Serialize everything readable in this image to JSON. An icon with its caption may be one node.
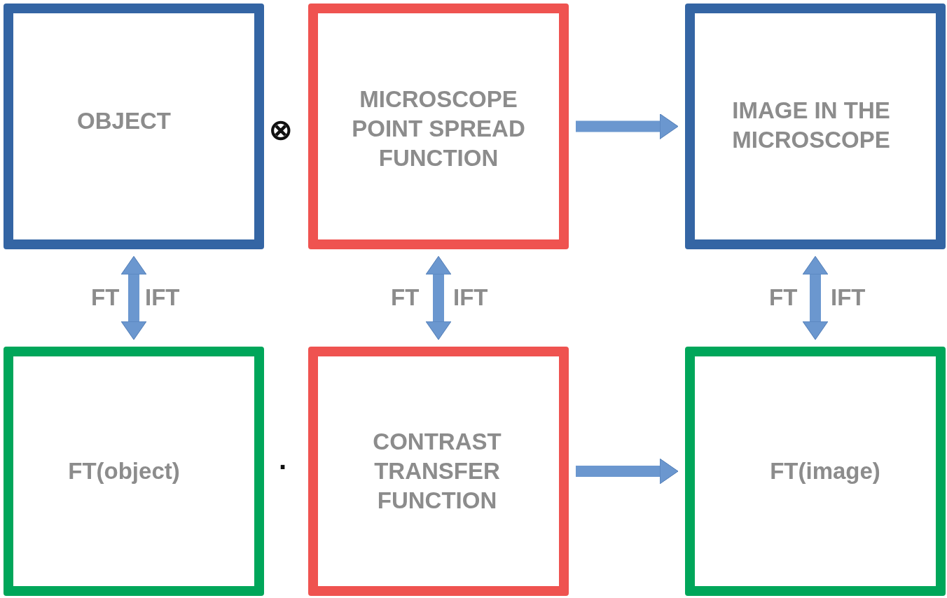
{
  "diagram": {
    "nodes": [
      {
        "text": [
          "OBJECT"
        ]
      },
      {
        "text": [
          "MICROSCOPE POINT SPREAD FUNCTION"
        ]
      },
      {
        "text": [
          "IMAGE IN THE MICROSCOPE"
        ]
      },
      {
        "text": [
          "FT(object)"
        ]
      },
      {
        "text": [
          "CONTRAST TRANSFER FUNCTION"
        ]
      },
      {
        "text": [
          "FT(image)"
        ]
      }
    ],
    "edges": [
      {
        "from": 1,
        "to": 2,
        "arrow": "to"
      },
      {
        "from": 0,
        "to": 3,
        "arrow": "both"
      },
      {
        "from": 1,
        "to": 4,
        "arrow": "both"
      },
      {
        "from": 2,
        "to": 5,
        "arrow": "both"
      },
      {
        "from": 4,
        "to": 5,
        "arrow": "to"
      }
    ],
    "labels": [
      "⊗",
      "FT",
      "IFT",
      "FT",
      "IFT",
      "FT",
      "IFT",
      "·"
    ]
  }
}
